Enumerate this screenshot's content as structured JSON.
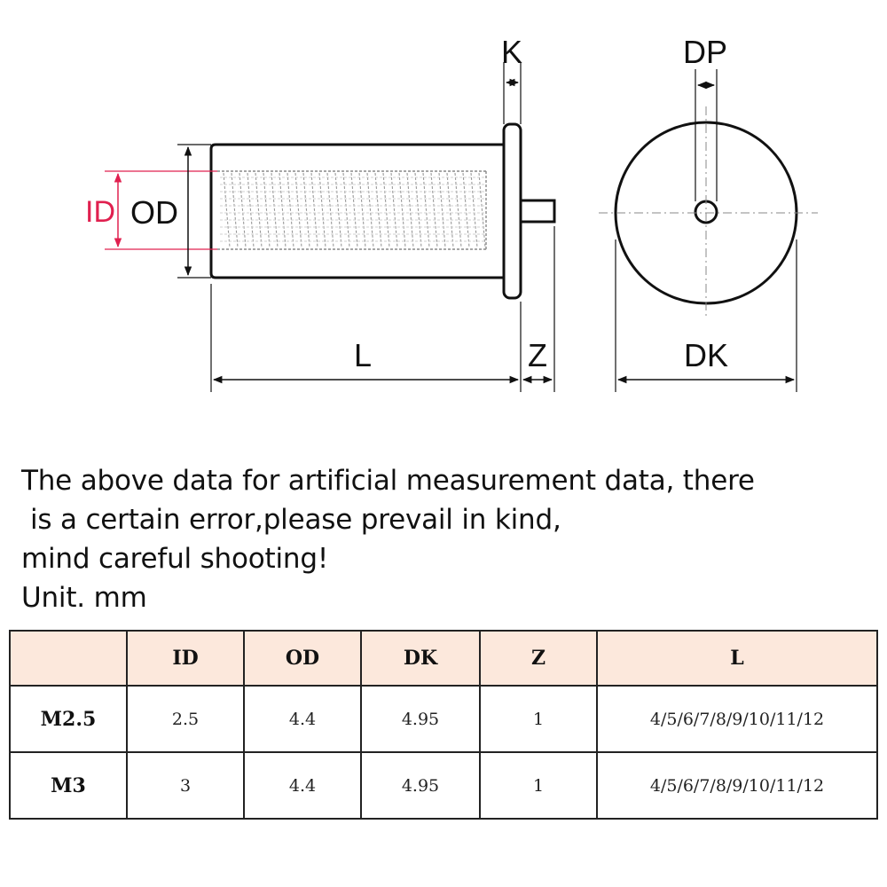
{
  "diagram": {
    "labels": {
      "id": "ID",
      "od": "OD",
      "k": "K",
      "dp": "DP",
      "l": "L",
      "z": "Z",
      "dk": "DK"
    },
    "colors": {
      "line": "#111111",
      "accent": "#e0204f"
    }
  },
  "note": {
    "lines": [
      "The above data for artificial measurement data, there",
      " is a certain error,please prevail in kind,",
      "mind careful shooting!",
      "Unit. mm"
    ]
  },
  "table": {
    "header_bg": "#fce8dc",
    "columns": [
      "",
      "ID",
      "OD",
      "DK",
      "Z",
      "L"
    ],
    "rows": [
      {
        "size": "M2.5",
        "id": "2.5",
        "od": "4.4",
        "dk": "4.95",
        "z": "1",
        "l": "4/5/6/7/8/9/10/11/12"
      },
      {
        "size": "M3",
        "id": "3",
        "od": "4.4",
        "dk": "4.95",
        "z": "1",
        "l": "4/5/6/7/8/9/10/11/12"
      }
    ]
  }
}
